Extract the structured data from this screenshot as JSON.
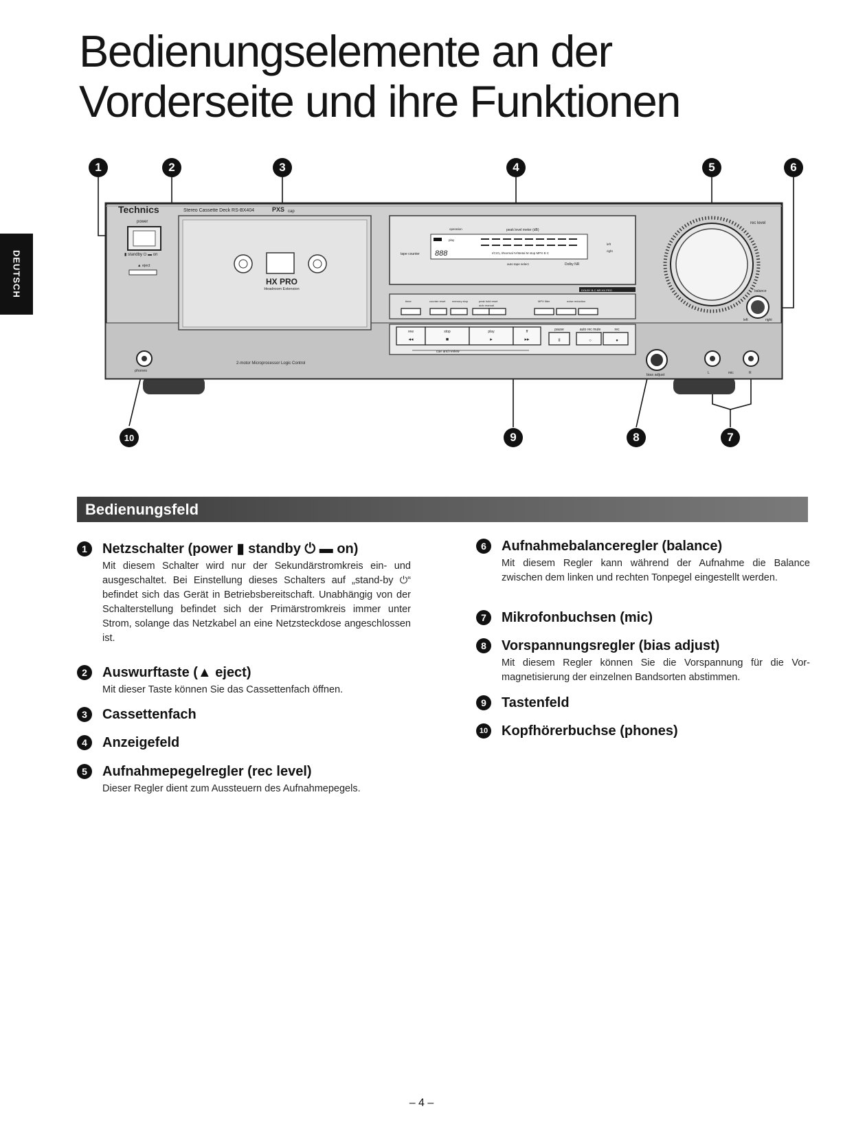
{
  "title_line1": "Bedienungselemente an der",
  "title_line2": "Vorderseite und ihre Funktionen",
  "side_tab": "DEUTSCH",
  "callouts": [
    "1",
    "2",
    "3",
    "4",
    "5",
    "6",
    "7",
    "8",
    "9",
    "10"
  ],
  "device": {
    "brand": "Technics",
    "model": "Stereo Cassette Deck  RS-BX404",
    "pxs": "PXS",
    "pxs_sub": "cap",
    "power": "power",
    "standby_on": "▮ standby ⏻ ▬ on",
    "eject": "▲ eject",
    "hx_pro": "HX PRO",
    "headroom": "Headroom Extension",
    "operation": "operation",
    "peak_level_meter": "peak level meter (dB)",
    "play_indicator": "play",
    "tape_counter": "tape counter",
    "counter_digits": "888",
    "left": "left",
    "right": "right",
    "tape_types": "I/CrO₂ I/Normal IV/Metal  M stop MPX B C",
    "auto_tape_select": "auto tape select",
    "dolby_nr": "Dolby NR",
    "rec_level": "rec level",
    "balance": "balance",
    "balance_left": "left",
    "balance_right": "right",
    "dolby_badge": "DOLBY B-C NR HX PRO",
    "timer": "timer",
    "counter_reset": "counter reset",
    "memory_stop": "memory stop",
    "peak_hold": "peak hold reset",
    "auto_manual": "auto  manual",
    "mpx_filter": "MPX filter",
    "noise_reduction": "noise reduction",
    "rew": "rew",
    "stop": "stop",
    "play": "play",
    "ff": "ff",
    "pause": "pause",
    "auto_rec_mute": "auto rec mute",
    "rec": "rec",
    "cue_review": "cue and review",
    "two_motor": "2-motor Microprocessor Logic Control",
    "phones": "phones",
    "bias_adjust": "bias adjust",
    "mic": "mic",
    "mic_l": "L",
    "mic_r": "R"
  },
  "section_title": "Bedienungsfeld",
  "items_left": [
    {
      "num": "1",
      "title": "Netzschalter (power ▮ standby ⏻ ▬ on)",
      "body": "Mit diesem Schalter wird nur der Sekundärstromkreis ein- und ausgeschaltet. Bei Einstellung dieses Schalters auf „stand-by ⏻“ befindet sich das Gerät in Betriebsbereitschaft. Unabhängig von der Schalterstellung befindet sich der Primärstromkreis immer unter Strom, solange das Netzkabel an eine Netzsteckdose angeschlossen ist."
    },
    {
      "num": "2",
      "title": "Auswurftaste (▲ eject)",
      "body": "Mit dieser Taste können Sie das Cassettenfach öffnen."
    },
    {
      "num": "3",
      "title": "Cassettenfach",
      "body": ""
    },
    {
      "num": "4",
      "title": "Anzeigefeld",
      "body": ""
    },
    {
      "num": "5",
      "title": "Aufnahmepegelregler (rec level)",
      "body": "Dieser Regler dient zum Aussteuern des Aufnahmepegels."
    }
  ],
  "items_right": [
    {
      "num": "6",
      "title": "Aufnahmebalanceregler (balance)",
      "body": "Mit diesem Regler kann während der Aufnahme die Balance zwischen dem linken und rechten Tonpegel eingestellt werden."
    },
    {
      "num": "7",
      "title": "Mikrofonbuchsen (mic)",
      "body": ""
    },
    {
      "num": "8",
      "title": "Vorspannungsregler (bias adjust)",
      "body": "Mit diesem Regler können Sie die Vorspannung für die Vor-magnetisierung der einzelnen Bandsorten abstimmen."
    },
    {
      "num": "9",
      "title": "Tastenfeld",
      "body": ""
    },
    {
      "num": "10",
      "title": "Kopfhörerbuchse (phones)",
      "body": ""
    }
  ],
  "page_number": "– 4 –"
}
